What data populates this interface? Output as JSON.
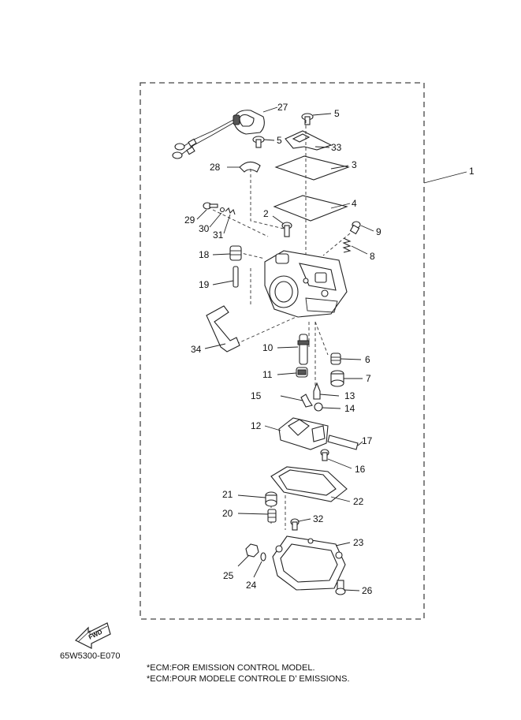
{
  "drawing_code": "65W5300-E070",
  "notes": [
    "*ECM:FOR EMISSION CONTROL MODEL.",
    "*ECM:POUR MODELE CONTROLE D’ EMISSIONS."
  ],
  "fwd_label": "FWD",
  "callouts": [
    {
      "id": "1",
      "label": "1"
    },
    {
      "id": "2",
      "label": "2"
    },
    {
      "id": "3",
      "label": "3"
    },
    {
      "id": "4",
      "label": "4"
    },
    {
      "id": "5a",
      "label": "5"
    },
    {
      "id": "5b",
      "label": "5"
    },
    {
      "id": "6",
      "label": "6"
    },
    {
      "id": "7",
      "label": "7"
    },
    {
      "id": "8",
      "label": "8"
    },
    {
      "id": "9",
      "label": "9"
    },
    {
      "id": "10",
      "label": "10"
    },
    {
      "id": "11",
      "label": "11"
    },
    {
      "id": "12",
      "label": "12"
    },
    {
      "id": "13",
      "label": "13"
    },
    {
      "id": "14",
      "label": "14"
    },
    {
      "id": "15",
      "label": "15"
    },
    {
      "id": "16",
      "label": "16"
    },
    {
      "id": "17",
      "label": "17"
    },
    {
      "id": "18",
      "label": "18"
    },
    {
      "id": "19",
      "label": "19"
    },
    {
      "id": "20",
      "label": "20"
    },
    {
      "id": "21",
      "label": "21"
    },
    {
      "id": "22",
      "label": "22"
    },
    {
      "id": "23",
      "label": "23"
    },
    {
      "id": "24",
      "label": "24"
    },
    {
      "id": "25",
      "label": "25"
    },
    {
      "id": "26",
      "label": "26"
    },
    {
      "id": "27",
      "label": "27"
    },
    {
      "id": "28",
      "label": "28"
    },
    {
      "id": "29",
      "label": "29"
    },
    {
      "id": "30",
      "label": "30"
    },
    {
      "id": "31",
      "label": "31"
    },
    {
      "id": "32",
      "label": "32"
    },
    {
      "id": "33",
      "label": "33"
    },
    {
      "id": "34",
      "label": "34"
    }
  ]
}
